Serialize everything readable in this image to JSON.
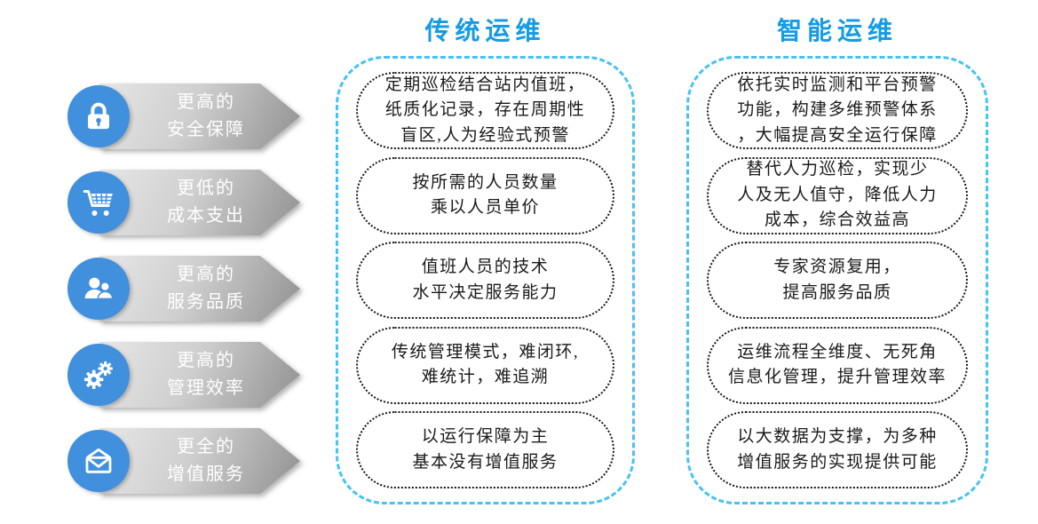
{
  "palette": {
    "title_blue": "#149BE4",
    "panel_border_blue": "#45C3F3",
    "badge_blue": "#4190DD",
    "arrow_gradient_start": "#E7E7E7",
    "arrow_gradient_end": "#909090",
    "cell_border": "#151515",
    "cell_text": "#1a1a1a"
  },
  "features": [
    {
      "icon": "lock-icon",
      "label": "更高的\n安全保障"
    },
    {
      "icon": "cart-icon",
      "label": "更低的\n成本支出"
    },
    {
      "icon": "users-icon",
      "label": "更高的\n服务品质"
    },
    {
      "icon": "gears-icon",
      "label": "更高的\n管理效率"
    },
    {
      "icon": "envelope-icon",
      "label": "更全的\n增值服务"
    }
  ],
  "columns": [
    {
      "title": "传统运维",
      "cells": [
        "定期巡检结合站内值班，\n纸质化记录，存在周期性\n盲区,人为经验式预警",
        "按所需的人员数量\n乘以人员单价",
        "值班人员的技术\n水平决定服务能力",
        "传统管理模式，难闭环,\n难统计，难追溯",
        "以运行保障为主\n基本没有增值服务"
      ]
    },
    {
      "title": "智能运维",
      "cells": [
        "依托实时监测和平台预警\n功能，构建多维预警体系\n，大幅提高安全运行保障",
        "替代人力巡检，实现少\n人及无人值守，降低人力\n成本，综合效益高",
        "专家资源复用，\n提高服务品质",
        "运维流程全维度、无死角\n信息化管理，提升管理效率",
        "以大数据为支撑，为多种\n增值服务的实现提供可能"
      ]
    }
  ]
}
